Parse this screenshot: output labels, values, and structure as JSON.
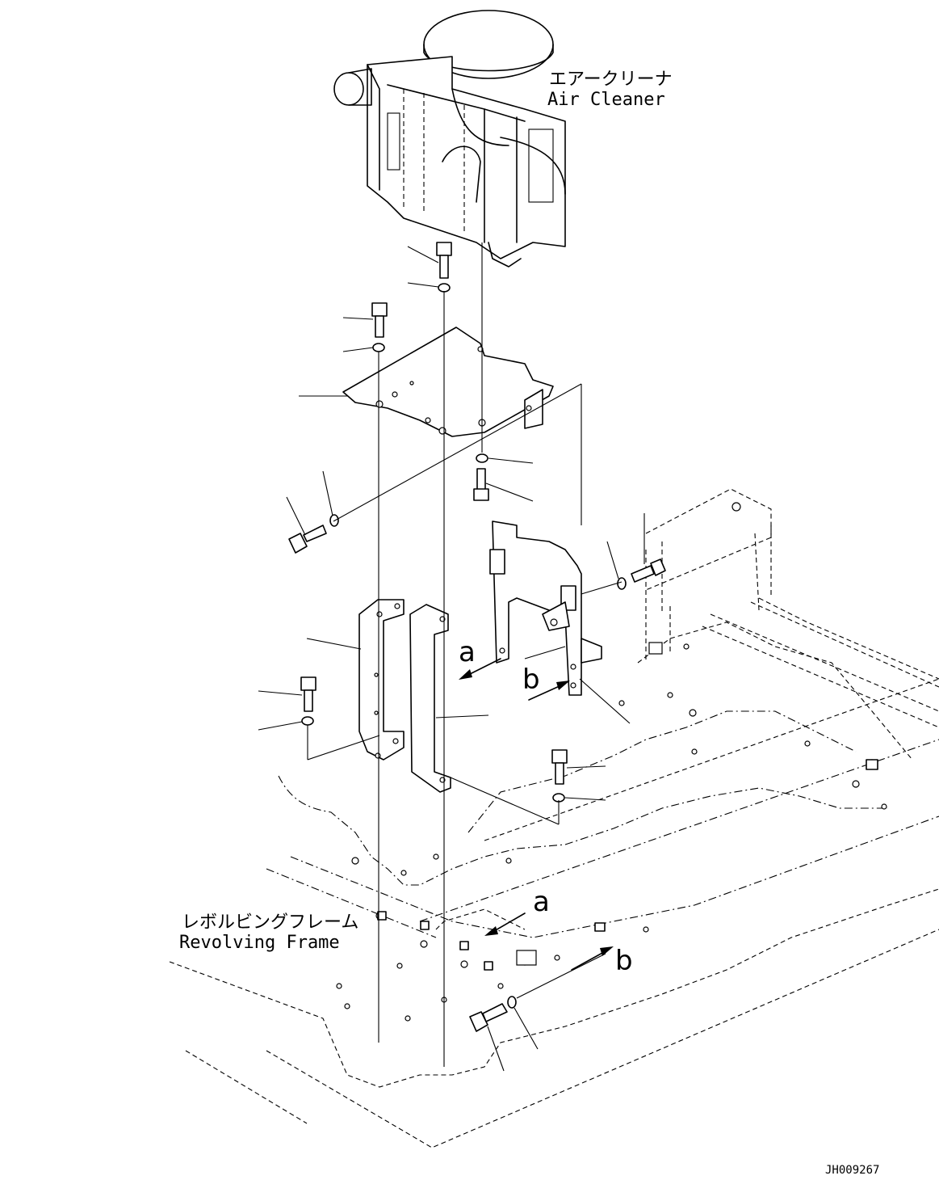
{
  "labels": {
    "air_cleaner_jp": "エアークリーナ",
    "air_cleaner_en": "Air Cleaner",
    "revolving_frame_jp": "レボルビングフレーム",
    "revolving_frame_en": "Revolving Frame",
    "view_a_upper": "a",
    "view_b_upper": "b",
    "view_a_lower": "a",
    "view_b_lower": "b",
    "drawing_code": "JH009267"
  }
}
